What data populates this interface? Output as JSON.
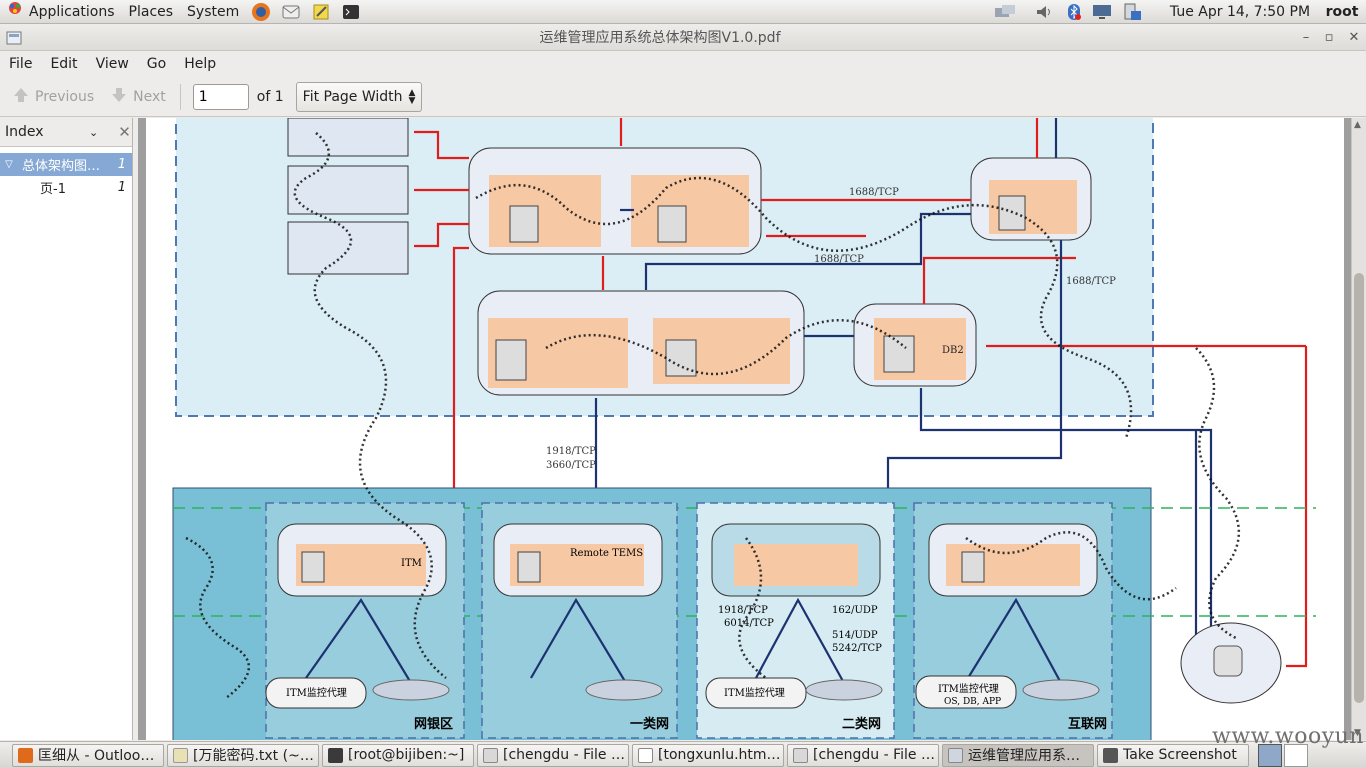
{
  "panel": {
    "menus": [
      "Applications",
      "Places",
      "System"
    ],
    "clock": "Tue Apr 14,  7:50 PM",
    "user": "root"
  },
  "window": {
    "title": "运维管理应用系统总体架构图V1.0.pdf"
  },
  "menubar": [
    "File",
    "Edit",
    "View",
    "Go",
    "Help"
  ],
  "toolbar": {
    "previous_label": "Previous",
    "next_label": "Next",
    "page_value": "1",
    "page_of": "of 1",
    "zoom": "Fit Page Width"
  },
  "sidebar": {
    "header": "Index",
    "items": [
      {
        "label": "总体架构图…",
        "page": "1"
      },
      {
        "label": "页-1",
        "page": "1"
      }
    ]
  },
  "diagram": {
    "ports": {
      "p1": "1688/TCP",
      "p2": "1688/TCP",
      "p3": "1688/TCP",
      "p4": "1918/TCP",
      "p5": "3660/TCP"
    },
    "zones": [
      {
        "name": "网银区",
        "agent": "ITM监控代理"
      },
      {
        "name": "一类网",
        "agent": ""
      },
      {
        "name": "二类网",
        "agent": "ITM监控代理"
      },
      {
        "name": "互联网",
        "agent": "ITM监控代理",
        "agent_sub": "OS, DB, APP"
      }
    ],
    "server_labels": {
      "tems_remote": "Remote TEMS",
      "itm": "ITM",
      "db2": "DB2"
    },
    "zone_ports": {
      "left_tcp": "1918/TCP",
      "mid_tcp": "6014/TCP",
      "right_udp": "162/UDP",
      "right_udp2": "514/UDP",
      "right_tcp": "5242/TCP"
    }
  },
  "taskbar": [
    {
      "label": "匡细从 - Outloo…",
      "color": "#e06a1b"
    },
    {
      "label": "[万能密码.txt (~…",
      "color": "#e8e1b3"
    },
    {
      "label": "[root@bijiben:~]",
      "color": "#3a3a3a"
    },
    {
      "label": "[chengdu - File …",
      "color": "#d8d8d8"
    },
    {
      "label": "[tongxunlu.htm…",
      "color": "#ffffff"
    },
    {
      "label": "[chengdu - File …",
      "color": "#d8d8d8"
    },
    {
      "label": "运维管理应用系…",
      "color": "#d0d6e0"
    },
    {
      "label": "Take Screenshot",
      "color": "#555555"
    }
  ],
  "watermark": "www.wooyun.org"
}
